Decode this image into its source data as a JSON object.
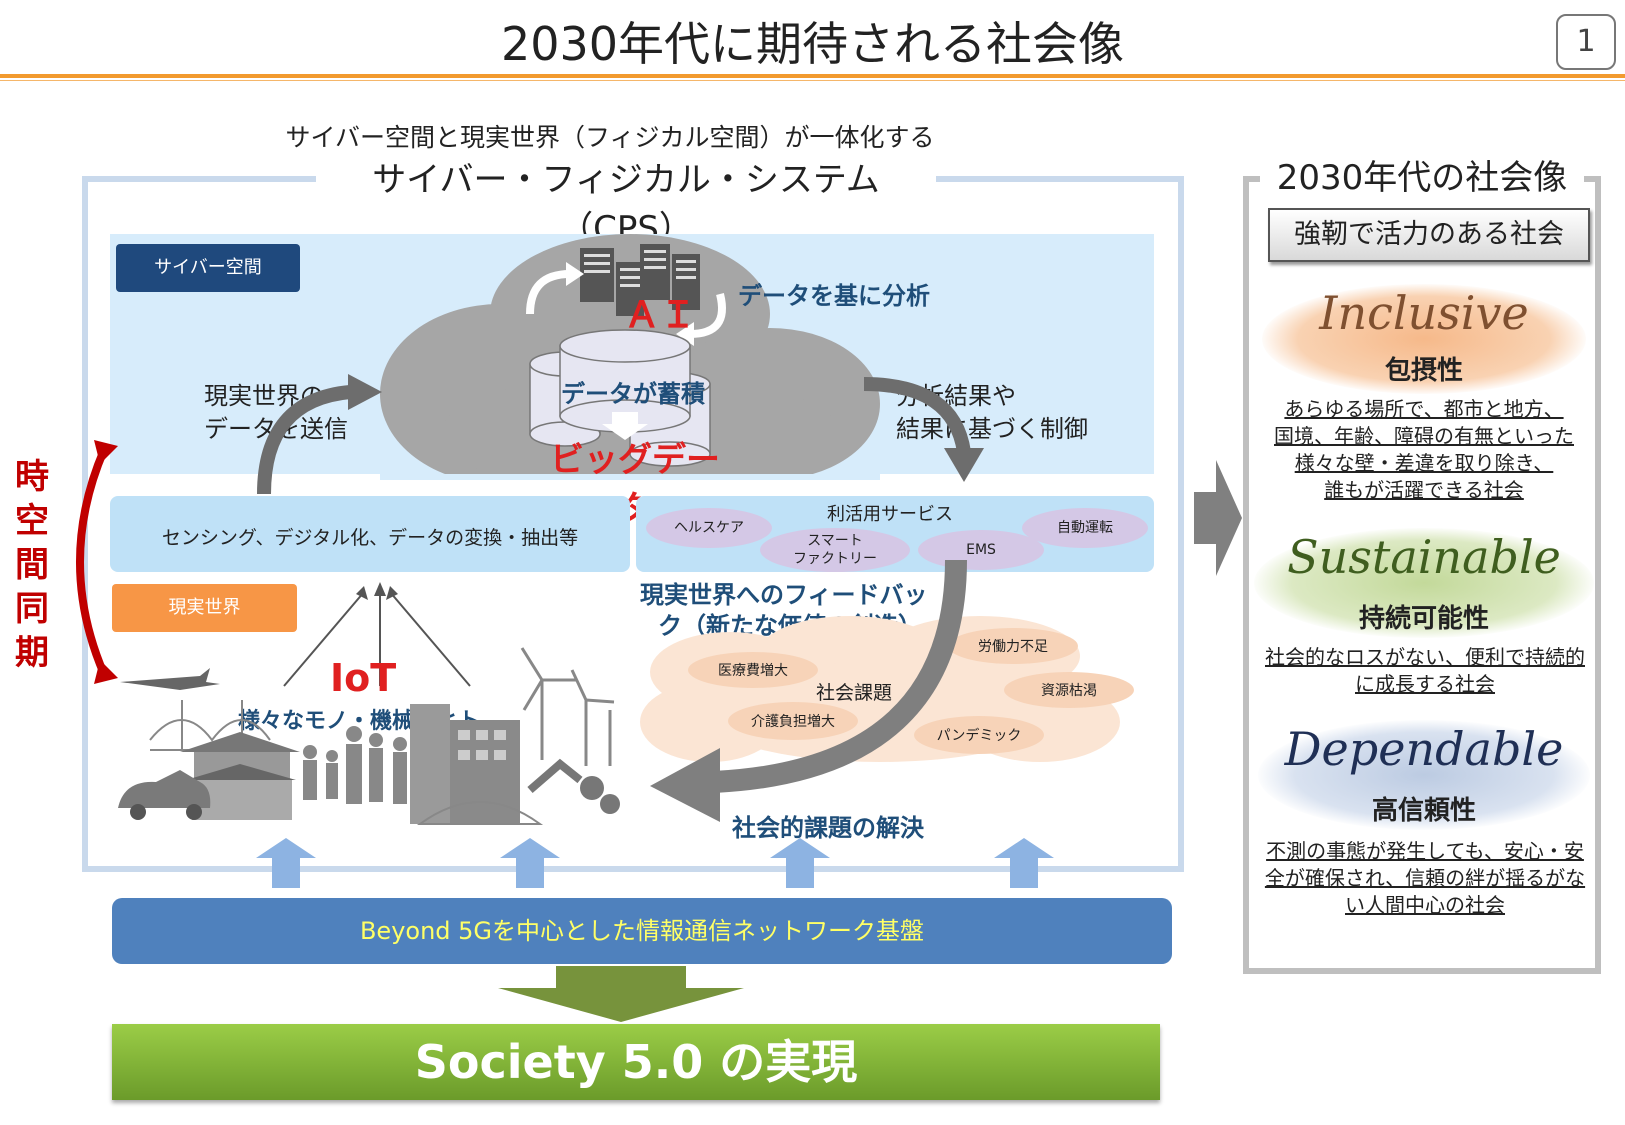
{
  "title": "2030年代に期待される社会像",
  "page_number": "1",
  "cps": {
    "subtitle": "サイバー空間と現実世界（フィジカル空間）が一体化する",
    "title": "サイバー・フィジカル・システム（CPS）"
  },
  "cyber": {
    "label": "サイバー空間",
    "ai": "ＡＩ",
    "analysis": "データを基に分析",
    "accumulate": "データが蓄積",
    "big_data": "ビッグデータ",
    "send_line1": "現実世界の",
    "send_line2": "データを送信",
    "result_line1": "分析結果や",
    "result_line2": "結果に基づく制御"
  },
  "sensing": "センシング、デジタル化、データの変換・抽出等",
  "services": {
    "title": "利活用サービス",
    "items": [
      "ヘルスケア",
      "スマート\nファクトリー",
      "EMS",
      "自動運転"
    ]
  },
  "real": {
    "label": "現実世界",
    "iot": "IoT",
    "things": "様々なモノ・機械・ヒト",
    "feedback_line1": "現実世界へのフィードバッ",
    "feedback_line2": "ク（新たな価値の創造）",
    "issues_center": "社会課題",
    "issues": [
      "医療費増大",
      "労働力不足",
      "資源枯渇",
      "介護負担増大",
      "パンデミック"
    ],
    "solution": "社会的課題の解決"
  },
  "sync": "時空間同期",
  "network": "Beyond 5Gを中心とした情報通信ネットワーク基盤",
  "society": "Society 5.0 の実現",
  "vision": {
    "title": "2030年代の社会像",
    "tagline": "強靭で活力のある社会",
    "pillars": [
      {
        "en": "Inclusive",
        "jp": "包摂性",
        "desc": [
          "あらゆる場所で、都市と地方、",
          "国境、年齢、障碍の有無といった",
          "様々な壁・差違を取り除き、",
          "誰もが活躍できる社会"
        ],
        "color": "#f7c69c"
      },
      {
        "en": "Sustainable",
        "jp": "持続可能性",
        "desc": [
          "社会的なロスがない、便利で持続的",
          "に成長する社会"
        ],
        "color": "#cfe0a9"
      },
      {
        "en": "Dependable",
        "jp": "高信頼性",
        "desc": [
          "不測の事態が発生しても、安心・安",
          "全が確保され、信頼の絆が揺るがな",
          "い人間中心の社会"
        ],
        "color": "#cfd9ea"
      }
    ]
  },
  "colors": {
    "accent_orange": "#f29a2e",
    "cyber_navy": "#1f497d",
    "real_orange": "#f79646",
    "network_blue": "#4f81bd",
    "society_green": "#7fb13a",
    "sync_red": "#c00000"
  }
}
